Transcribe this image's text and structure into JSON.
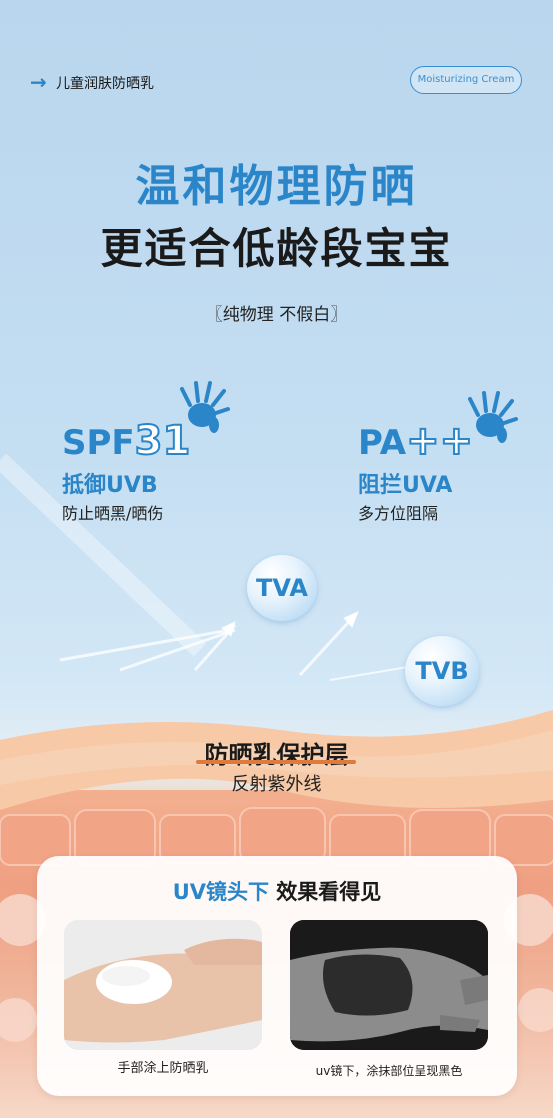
{
  "header": {
    "arrow_icon": "arrow-right-icon",
    "product_name": "儿童润肤防晒乳",
    "badge": "Moisturizing Cream"
  },
  "hero": {
    "title": "温和物理防晒",
    "subtitle": "更适合低龄段宝宝",
    "tagline": "〖纯物理 不假白〗"
  },
  "features": {
    "spf": {
      "label": "SPF",
      "value": "31",
      "sub": "抵御UVB",
      "desc": "防止晒黑/晒伤",
      "icon": "hand-icon"
    },
    "pa": {
      "label": "PA",
      "value": "++",
      "sub": "阻拦UVA",
      "desc": "多方位阻隔",
      "icon": "hand-icon"
    }
  },
  "bubbles": {
    "tva": "TVA",
    "tvb": "TVB"
  },
  "layer": {
    "title": "防晒乳保护层",
    "subtitle": "反射紫外线"
  },
  "uv_card": {
    "title_blue": "UV镜头下",
    "title_black": " 效果看得见",
    "left_caption": "手部涂上防晒乳",
    "right_caption": "uv镜下，涂抹部位呈现黑色"
  },
  "colors": {
    "accent": "#2b86c9",
    "text": "#1a1a1a"
  }
}
